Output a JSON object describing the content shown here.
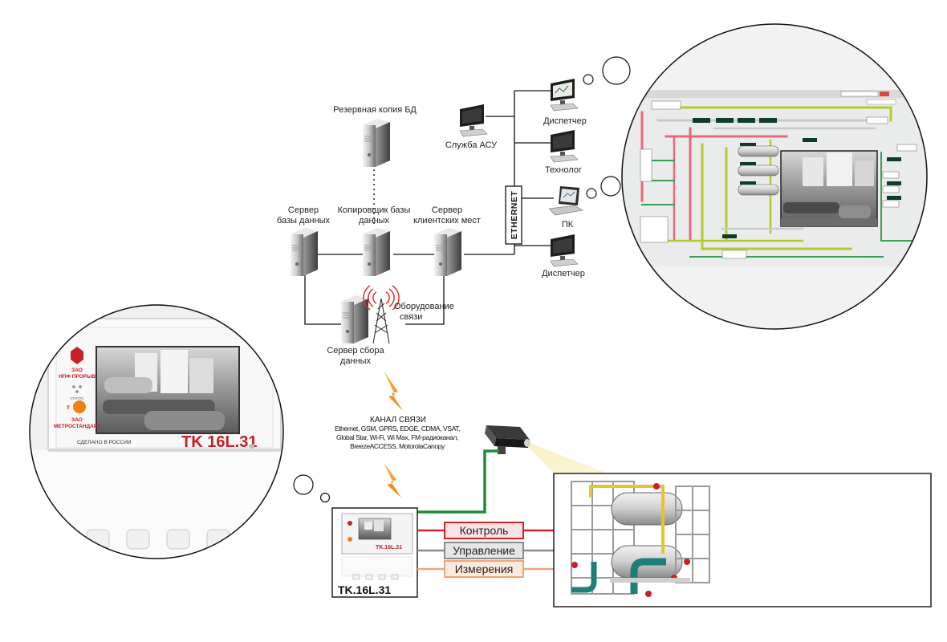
{
  "servers": {
    "backup_db": "Резервная копия БД",
    "db_server": [
      "Сервер",
      "базы данных"
    ],
    "db_copier": [
      "Копировщик базы",
      "данных"
    ],
    "client_server": [
      "Сервер",
      "клиентских мест"
    ],
    "collect_server": [
      "Сервер сбора",
      "данных"
    ],
    "comm_equipment": [
      "Оборудование",
      "связи"
    ]
  },
  "network": {
    "ethernet": "ETHERNET"
  },
  "clients": {
    "asu_service": "Служба АСУ",
    "dispatcher_1": "Диспетчер",
    "technologist": "Технолог",
    "pc": "ПК",
    "dispatcher_2": "Диспетчер"
  },
  "channel": {
    "title": "КАНАЛ СВЯЗИ",
    "line1": "Ethernet, GSM, GPRS, EDGE, CDMA, VSAT,",
    "line2": "Global Star, Wi-Fi, Wi Max, FM-радиоканал,",
    "line3": "BreezeACCESS, MotorolaCanopy"
  },
  "signals": {
    "control": "Контроль",
    "management": "Управление",
    "measurement": "Измерения"
  },
  "device": {
    "model_label": "TK.16L.31",
    "model_big": "TK 16L.31",
    "maker_1": "ЗАО",
    "maker_2": "НПФ ПРОРЫВ",
    "maker_3": "ЗАО",
    "maker_4": "МЕТРОСТАНДАРТ",
    "status": "СТАТУС",
    "made_in": "СДЕЛАНО В РОССИИ"
  },
  "colors": {
    "control": "#d2232a",
    "management": "#8a8a8a",
    "measurement": "#f0a47c",
    "green_link": "#1f8a3c",
    "bolt": "#f7a11a",
    "wifi": "#e32b2b"
  }
}
